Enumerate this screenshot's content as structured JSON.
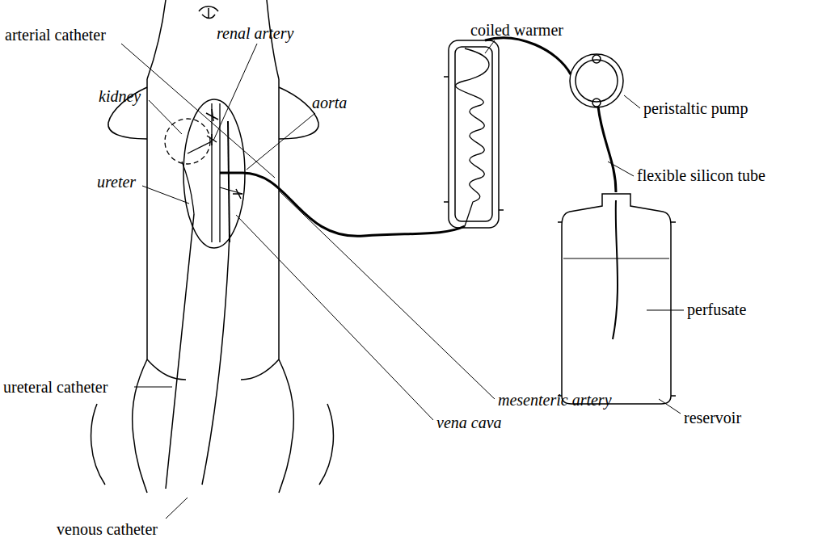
{
  "diagram": {
    "labels": [
      "arterial catheter",
      "renal artery",
      "coiled warmer",
      "kidney",
      "aorta",
      "peristaltic pump",
      "flexible silicon tube",
      "ureter",
      "perfusate",
      "ureteral catheter",
      "mesenteric artery",
      "reservoir",
      "vena cava",
      "venous catheter"
    ]
  }
}
